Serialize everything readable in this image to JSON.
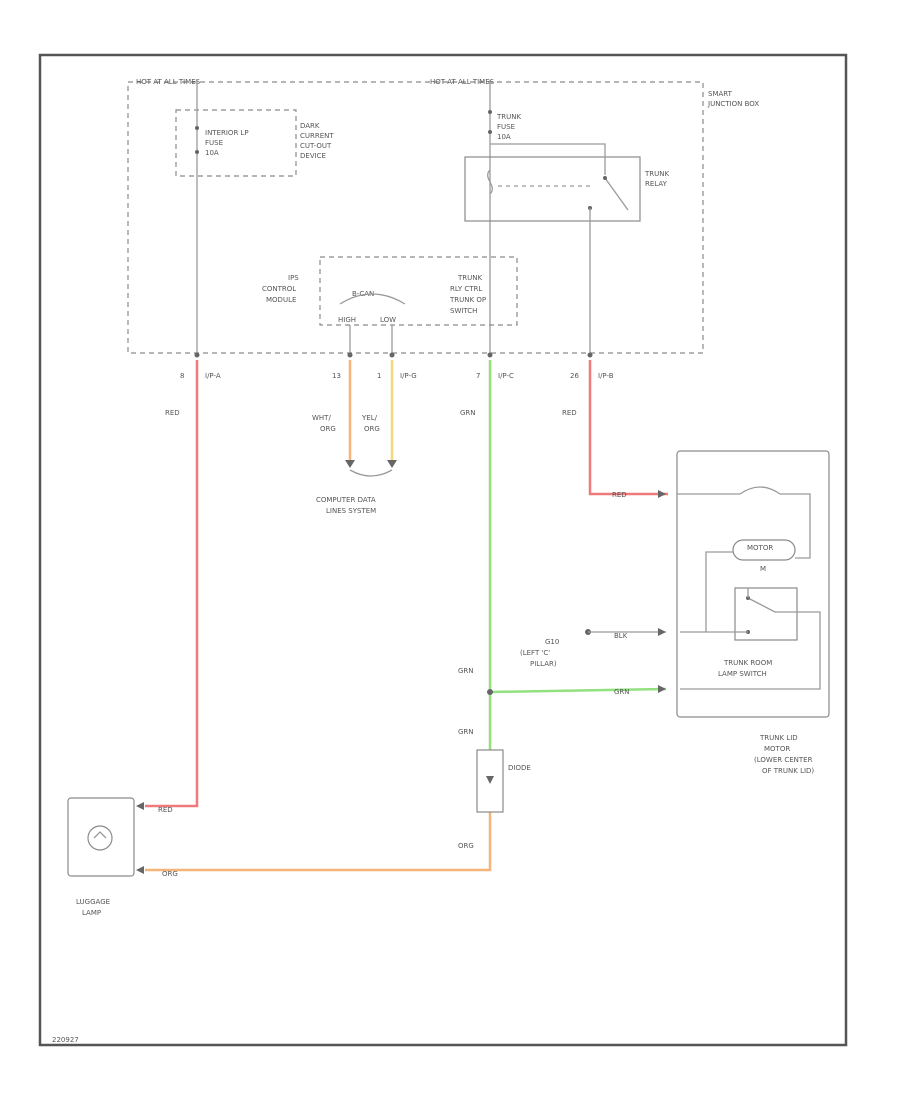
{
  "colors": {
    "red": "#f07a7a",
    "green": "#93e07f",
    "orange": "#f5b478",
    "yellow": "#f3d77a",
    "gray": "#9a9a9a"
  },
  "labels": {
    "hot_left": "HOT AT ALL TIMES",
    "hot_right": "HOT AT ALL TIMES",
    "smart_junction_box": [
      "SMART",
      "JUNCTION BOX"
    ],
    "interior_fuse": [
      "INTERIOR LP",
      "FUSE",
      "10A"
    ],
    "dark_current_device": [
      "DARK",
      "CURRENT",
      "CUT-OUT",
      "DEVICE"
    ],
    "trunk_fuse": [
      "TRUNK",
      "FUSE",
      "10A"
    ],
    "trunk_relay": [
      "TRUNK",
      "RELAY"
    ],
    "ips_module": [
      "IPS",
      "CONTROL",
      "MODULE"
    ],
    "bus": "B-CAN",
    "bus_pins": [
      "HIGH",
      "LOW"
    ],
    "trunk_ctrl": [
      "TRUNK",
      "RLY CTRL",
      "TRUNK OP",
      "SWITCH"
    ],
    "connectors": [
      {
        "pin": "8",
        "name": "I/P-A"
      },
      {
        "pin": "13",
        "name": ""
      },
      {
        "pin": "1",
        "name": "I/P-G"
      },
      {
        "pin": "7",
        "name": "I/P-C"
      },
      {
        "pin": "26",
        "name": "I/P-B"
      }
    ],
    "wire_red_left": "RED",
    "wire_wht_org": [
      "WHT/",
      "ORG"
    ],
    "wire_yel_org": [
      "YEL/",
      "ORG"
    ],
    "wire_grn_top": "GRN",
    "wire_red_right": "RED",
    "computer_data": [
      "COMPUTER DATA",
      "LINES SYSTEM"
    ],
    "wire_red_motor": "RED",
    "motor_caption": [
      "MOTOR",
      "M"
    ],
    "ground_label": [
      "G10",
      "(LEFT 'C'",
      "PILLAR)"
    ],
    "wire_blk": "BLK",
    "trunk_room_switch": [
      "TRUNK ROOM",
      "LAMP SWITCH"
    ],
    "wire_grn_mid": "GRN",
    "wire_grn_switch": "GRN",
    "wire_grn_low": "GRN",
    "diode": "DIODE",
    "wire_org_diode": "ORG",
    "trunk_lid_motor": [
      "TRUNK LID",
      "MOTOR",
      "(LOWER CENTER",
      "OF TRUNK LID)"
    ],
    "luggage_lamp": [
      "LUGGAGE",
      "LAMP"
    ],
    "wire_red_lamp": "RED",
    "wire_org_lamp": "ORG",
    "figure_id": "220927"
  }
}
